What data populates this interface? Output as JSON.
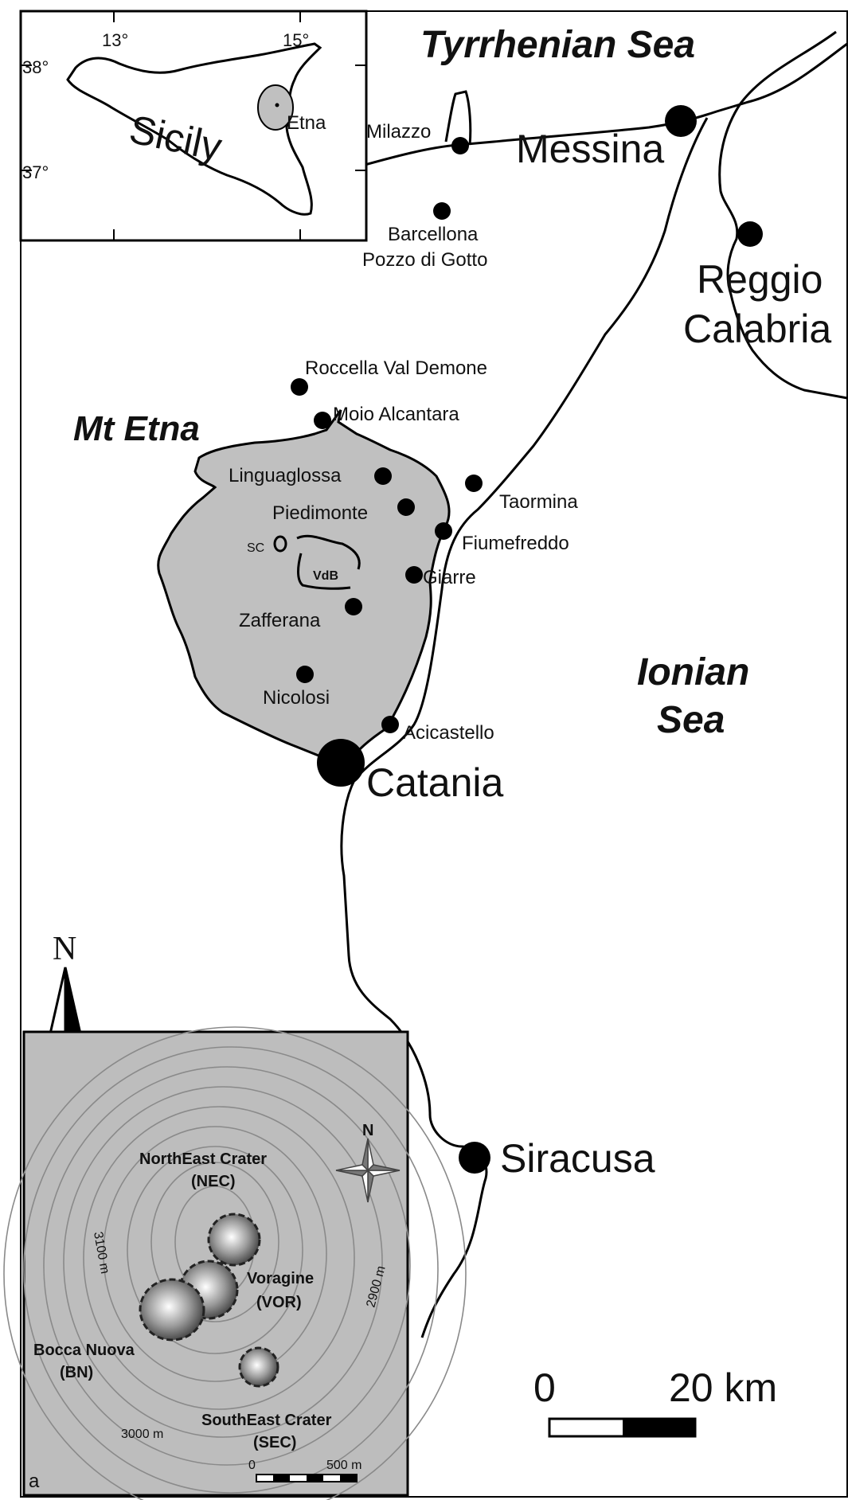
{
  "seas": {
    "tyrrhenian": "Tyrrhenian Sea",
    "ionian_line1": "Ionian",
    "ionian_line2": "Sea"
  },
  "volcano_label": "Mt Etna",
  "major_cities": {
    "messina": "Messina",
    "reggio_line1": "Reggio",
    "reggio_line2": "Calabria",
    "catania": "Catania",
    "siracusa": "Siracusa"
  },
  "towns": {
    "milazzo": "Milazzo",
    "barcellona_line1": "Barcellona",
    "barcellona_line2": "Pozzo di Gotto",
    "roccella": "Roccella Val Demone",
    "moio": "Moio Alcantara",
    "linguaglossa": "Linguaglossa",
    "piedimonte": "Piedimonte",
    "taormina": "Taormina",
    "fiumefreddo": "Fiumefreddo",
    "giarre": "Giarre",
    "zafferana": "Zafferana",
    "nicolosi": "Nicolosi",
    "acicastello": "Acicastello"
  },
  "summit_features": {
    "sc": "SC",
    "vdb": "VdB"
  },
  "locator_inset": {
    "island": "Sicily",
    "etna": "Etna",
    "lon_ticks": [
      "13°",
      "15°"
    ],
    "lat_ticks": [
      "38°",
      "37°"
    ]
  },
  "summit_inset": {
    "north": "N",
    "nec_line1": "NorthEast Crater",
    "nec_line2": "(NEC)",
    "vor_line1": "Voragine",
    "vor_line2": "(VOR)",
    "bn_line1": "Bocca Nuova",
    "bn_line2": "(BN)",
    "sec_line1": "SouthEast Crater",
    "sec_line2": "(SEC)",
    "contour_3100": "3100 m",
    "contour_3000": "3000 m",
    "contour_2900": "2900 m",
    "scale_start": "0",
    "scale_end": "500 m"
  },
  "north_arrow": "N",
  "scale_bar": {
    "start": "0",
    "end": "20 km"
  },
  "panel_label": "a",
  "colors": {
    "etna_fill": "#c0c0c0",
    "ink": "#111111",
    "inset_bg": "#bdbdbd"
  }
}
